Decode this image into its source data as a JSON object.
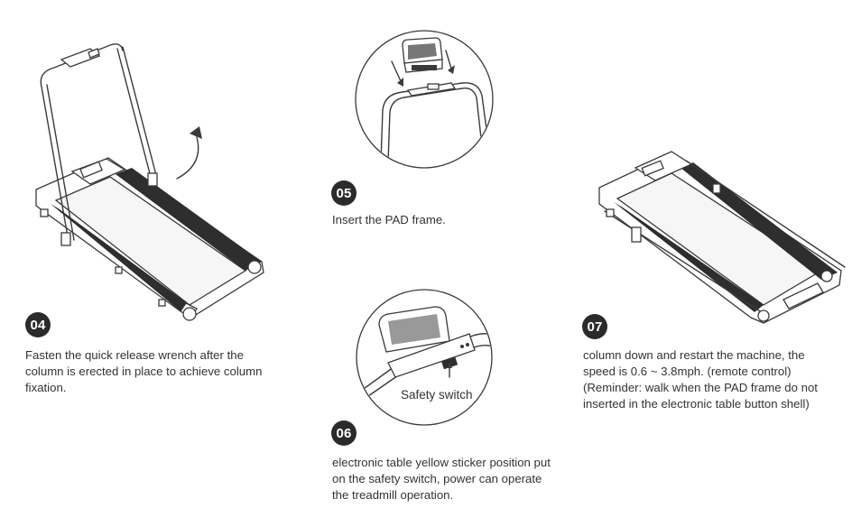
{
  "steps": [
    {
      "number": "04",
      "lines": [
        "Fasten the quick release wrench after the",
        "column is erected in place to achieve column",
        "fixation."
      ]
    },
    {
      "number": "05",
      "lines": [
        "Insert the PAD frame."
      ]
    },
    {
      "number": "06",
      "callout": "Safety switch",
      "lines": [
        "electronic table yellow sticker position put",
        "on the safety switch, power can operate",
        "the treadmill operation."
      ]
    },
    {
      "number": "07",
      "lines": [
        "column down and restart the machine, the",
        "speed is 0.6 ~ 3.8mph. (remote control)",
        "(Reminder: walk when the PAD frame do not",
        "inserted in the electronic table button shell)"
      ]
    }
  ]
}
